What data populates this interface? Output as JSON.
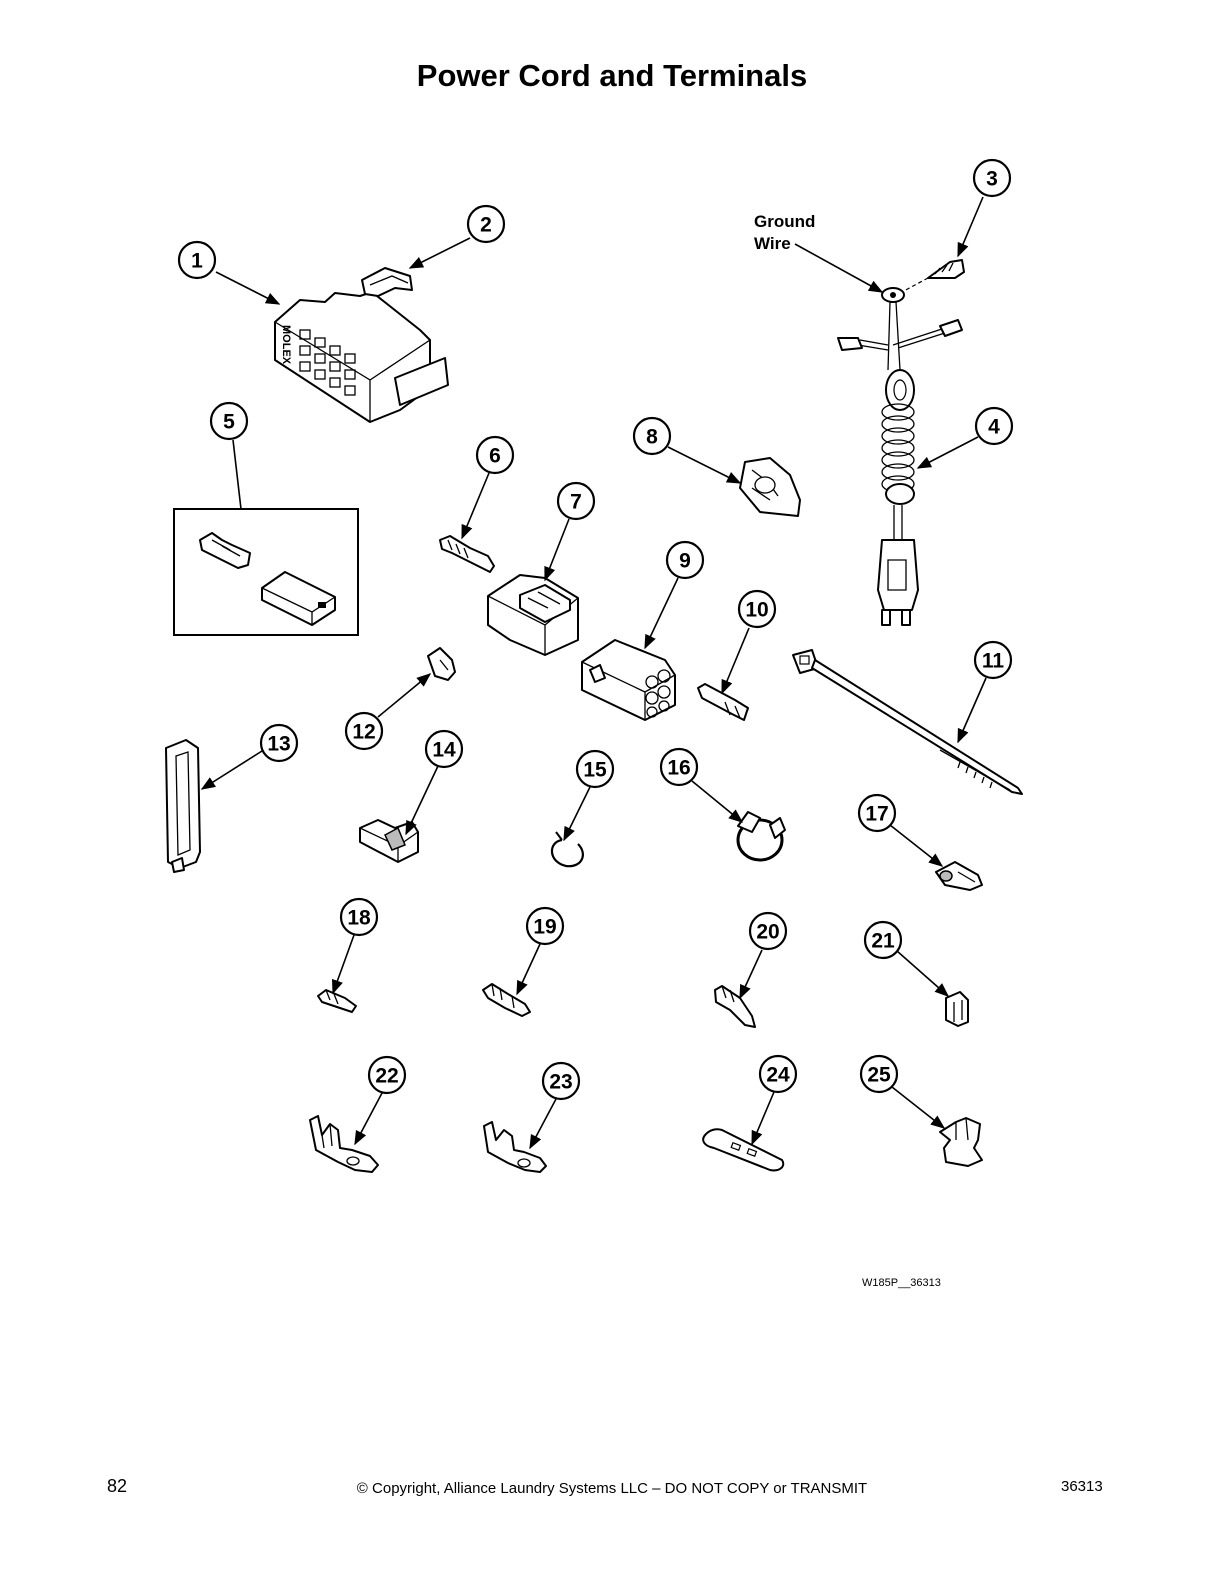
{
  "title": "Power Cord and Terminals",
  "labels": {
    "ground_wire_line1": "Ground",
    "ground_wire_line2": "Wire",
    "molex_text": "MOLEX"
  },
  "callouts": [
    "1",
    "2",
    "3",
    "4",
    "5",
    "6",
    "7",
    "8",
    "9",
    "10",
    "11",
    "12",
    "13",
    "14",
    "15",
    "16",
    "17",
    "18",
    "19",
    "20",
    "21",
    "22",
    "23",
    "24",
    "25"
  ],
  "figure_id": "W185P__36313",
  "footer": {
    "page_number": "82",
    "copyright": "© Copyright, Alliance Laundry Systems LLC – DO NOT COPY or TRANSMIT",
    "doc_number": "36313"
  }
}
